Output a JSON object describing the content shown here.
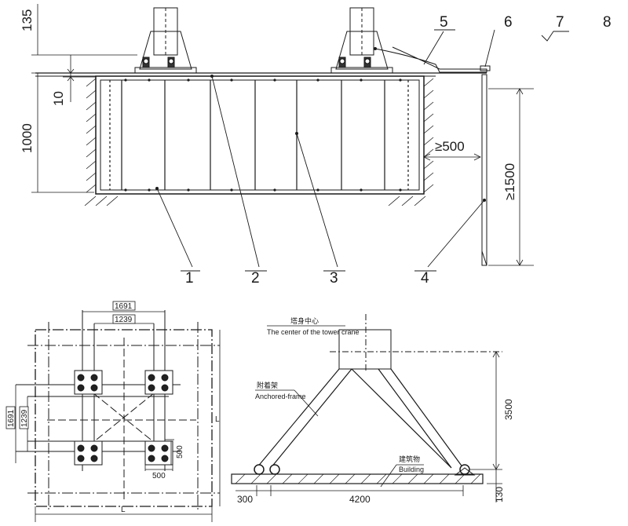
{
  "top_view": {
    "callouts": [
      "1",
      "2",
      "3",
      "4",
      "5",
      "6",
      "7",
      "8"
    ],
    "dims": {
      "d135": "135",
      "d10": "10",
      "d1000": "1000",
      "d500": "≥500",
      "d1500": "≥1500"
    }
  },
  "plan_view": {
    "dims": {
      "d1691_h": "1691",
      "d1239_h": "1239",
      "d1691_v": "1691",
      "d1239_v": "1239",
      "d500_v": "500",
      "d500_h": "500",
      "L_bottom": "L",
      "L_right": "L"
    }
  },
  "elevation_view": {
    "labels": {
      "center_cn": "塔身中心",
      "center_en": "The center of the tower crane",
      "frame_cn": "附着架",
      "frame_en": "Anchored-frame",
      "building_cn": "建筑物",
      "building_en": "Building"
    },
    "dims": {
      "d3500": "3500",
      "d300": "300",
      "d4200": "4200",
      "d130": "130"
    }
  },
  "colors": {
    "ink": "#1a1a1a",
    "fill": "#444444"
  }
}
